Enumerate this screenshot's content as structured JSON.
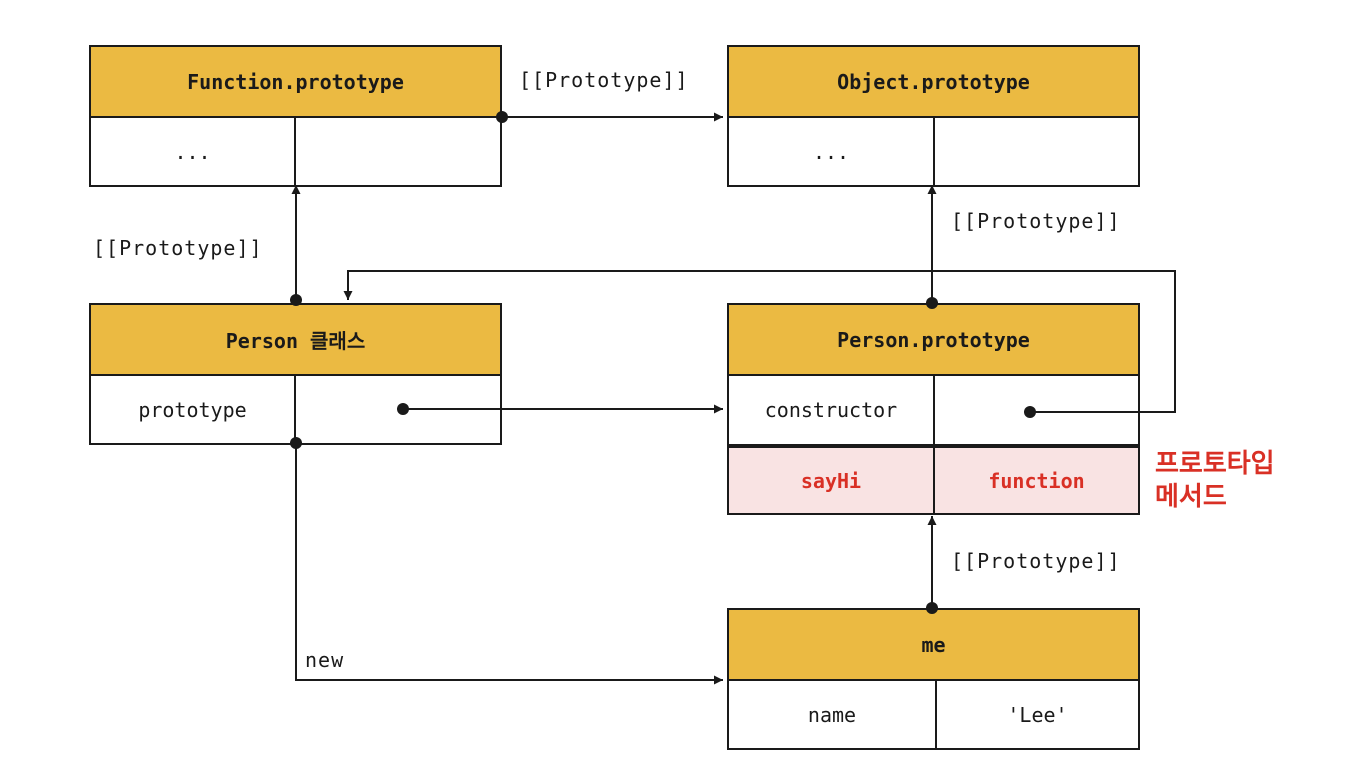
{
  "boxes": {
    "function_prototype": {
      "title": "Function.prototype",
      "left": "...",
      "right": ""
    },
    "object_prototype": {
      "title": "Object.prototype",
      "left": "...",
      "right": ""
    },
    "person_class": {
      "title": "Person 클래스",
      "left": "prototype",
      "right": ""
    },
    "person_prototype": {
      "title": "Person.prototype",
      "left": "constructor",
      "right": "",
      "method_key": "sayHi",
      "method_value": "function"
    },
    "me": {
      "title": "me",
      "left": "name",
      "right": "'Lee'"
    }
  },
  "labels": {
    "proto_function_to_object": "[[Prototype]]",
    "proto_person_to_object": "[[Prototype]]",
    "proto_class_to_function": "[[Prototype]]",
    "proto_me_to_person": "[[Prototype]]",
    "new": "new"
  },
  "annotation": {
    "line1": "프로토타입",
    "line2": "메서드"
  },
  "colors": {
    "header": "#EBBA42",
    "method_bg": "#F9E3E3",
    "accent": "#D93025",
    "line": "#1a1a1a"
  }
}
